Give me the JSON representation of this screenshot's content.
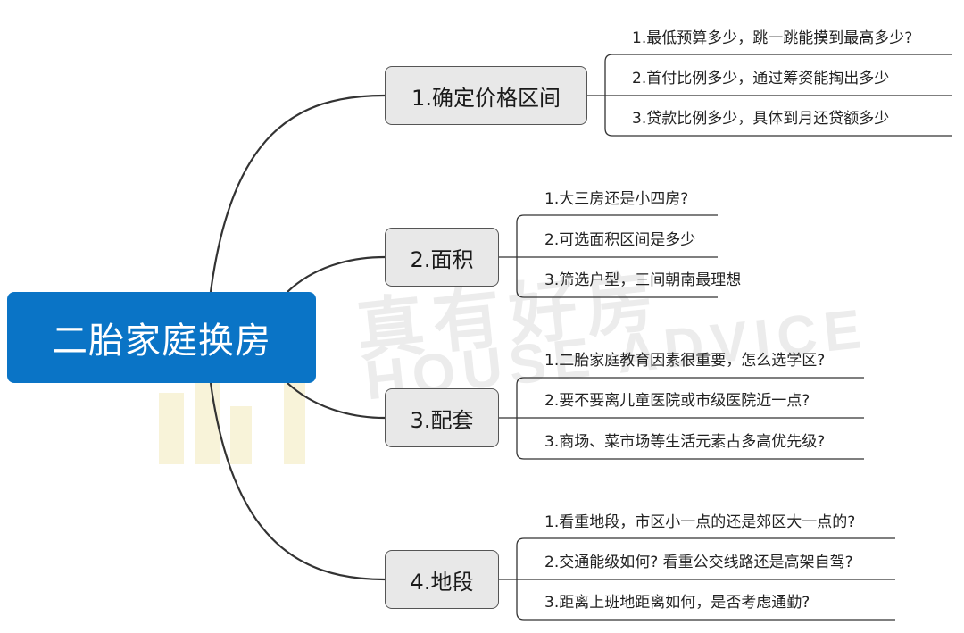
{
  "root": {
    "label": "二胎家庭换房"
  },
  "watermark": {
    "cn": "真有好房",
    "en": "HOUSE ADVICE"
  },
  "branches": [
    {
      "label": "1.确定价格区间",
      "items": [
        "1.最低预算多少，跳一跳能摸到最高多少?",
        "2.首付比例多少，通过筹资能掏出多少",
        "3.贷款比例多少，具体到月还贷额多少"
      ]
    },
    {
      "label": "2.面积",
      "items": [
        "1.大三房还是小四房?",
        "2.可选面积区间是多少",
        "3.筛选户型，三间朝南最理想"
      ]
    },
    {
      "label": "3.配套",
      "items": [
        "1.二胎家庭教育因素很重要，怎么选学区?",
        "2.要不要离儿童医院或市级医院近一点?",
        "3.商场、菜市场等生活元素占多高优先级?"
      ]
    },
    {
      "label": "4.地段",
      "items": [
        "1.看重地段，市区小一点的还是郊区大一点的?",
        "2.交通能级如何? 看重公交线路还是高架自驾?",
        "3.距离上班地距离如何，是否考虑通勤?"
      ]
    }
  ],
  "colors": {
    "root_fill": "#0a74c6",
    "branch_fill": "#e8e8e8",
    "line": "#333333"
  }
}
